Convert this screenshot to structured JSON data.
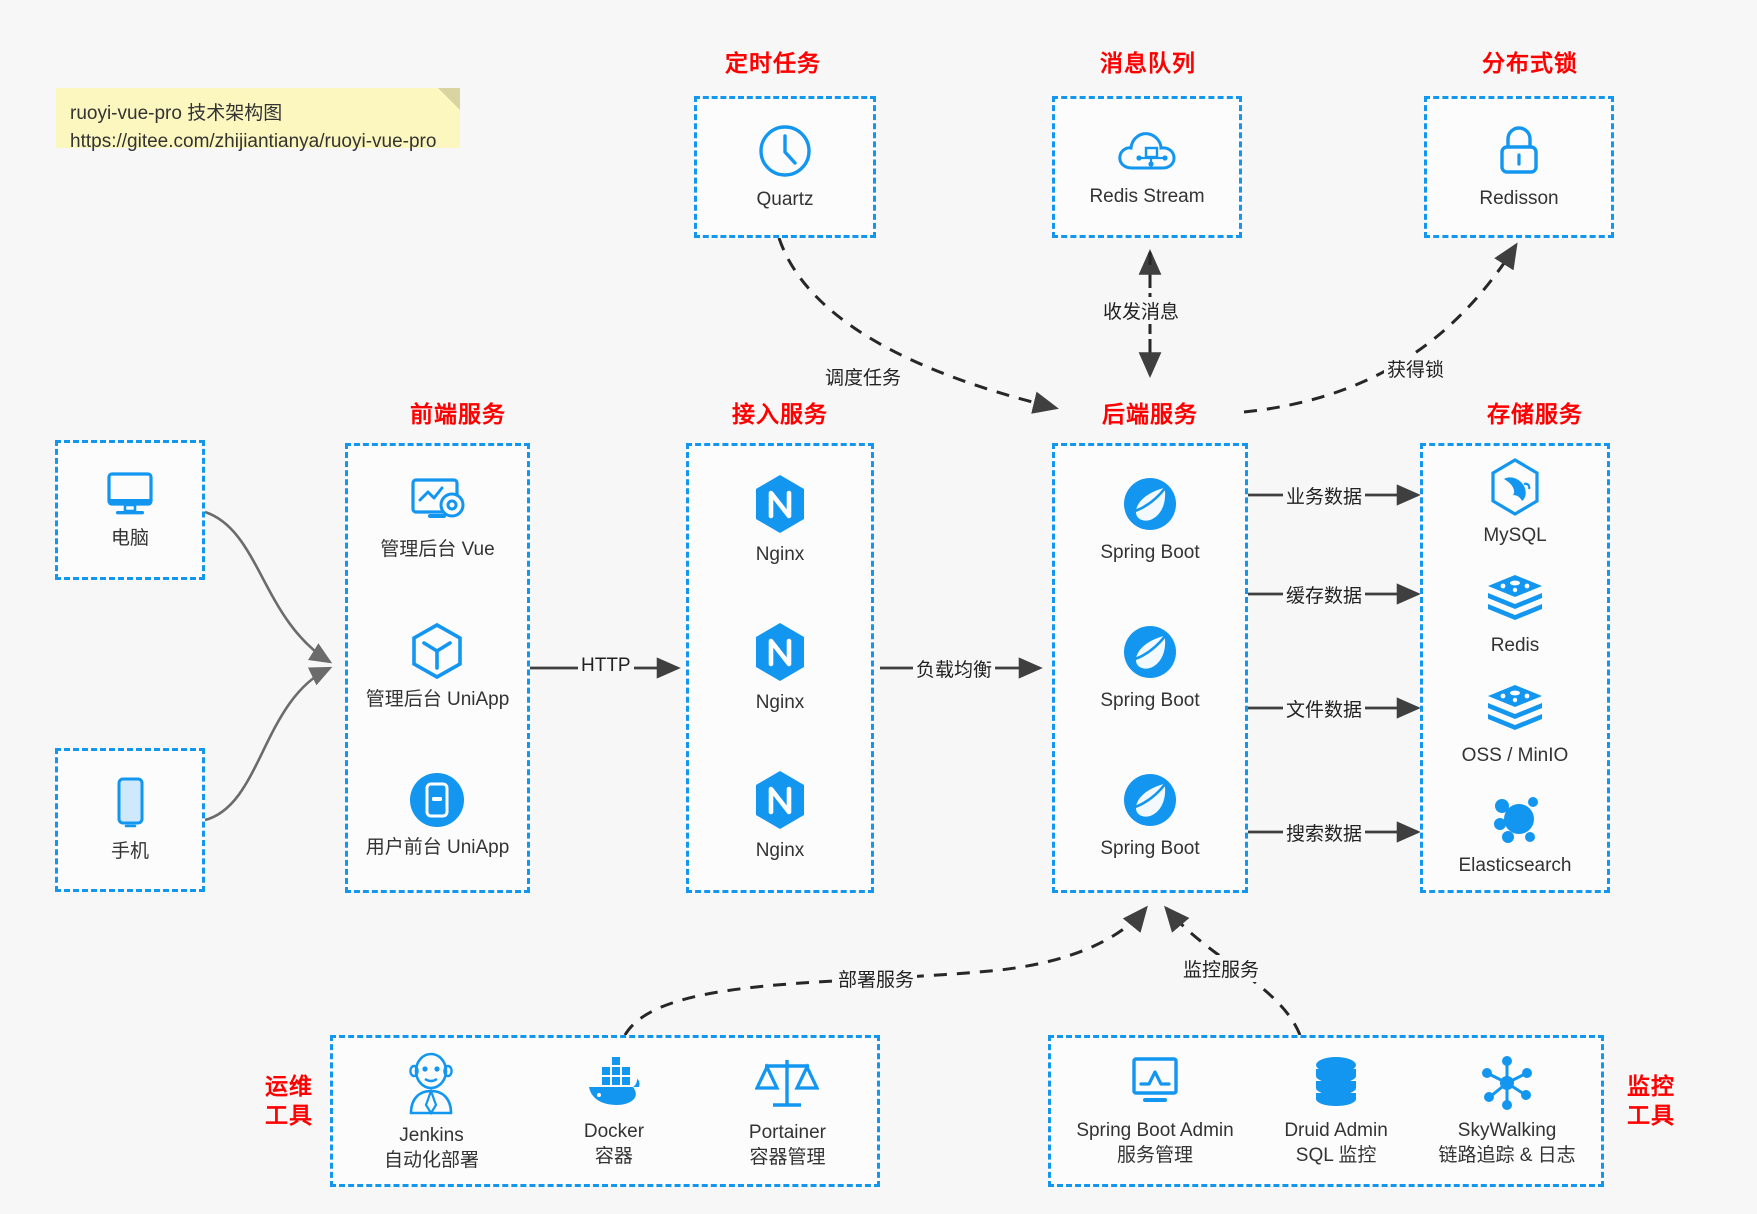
{
  "note": {
    "line1": "ruoyi-vue-pro 技术架构图",
    "line2": "https://gitee.com/zhijiantianya/ruoyi-vue-pro"
  },
  "colors": {
    "accent": "#1296f0",
    "title": "#ff0000",
    "note_bg": "#fbf7bf",
    "canvas": "#f7f7f7",
    "arrow": "#3f3f3f",
    "client_arrow": "#6b6b6b"
  },
  "groups": {
    "scheduled": {
      "title": "定时任务",
      "items": [
        {
          "label": "Quartz",
          "icon": "clock-icon"
        }
      ]
    },
    "mq": {
      "title": "消息队列",
      "items": [
        {
          "label": "Redis Stream",
          "icon": "cloud-stream-icon"
        }
      ]
    },
    "lock": {
      "title": "分布式锁",
      "items": [
        {
          "label": "Redisson",
          "icon": "padlock-icon"
        }
      ]
    },
    "clients": {
      "items": [
        {
          "label": "电脑",
          "icon": "desktop-monitor-icon"
        },
        {
          "label": "手机",
          "icon": "smartphone-icon"
        }
      ]
    },
    "frontend": {
      "title": "前端服务",
      "items": [
        {
          "label": "管理后台 Vue",
          "icon": "dashboard-gear-icon"
        },
        {
          "label": "管理后台 UniApp",
          "icon": "uniapp-cube-icon"
        },
        {
          "label": "用户前台 UniApp",
          "icon": "mobile-app-icon"
        }
      ]
    },
    "gateway": {
      "title": "接入服务",
      "items": [
        {
          "label": "Nginx",
          "icon": "nginx-icon"
        },
        {
          "label": "Nginx",
          "icon": "nginx-icon"
        },
        {
          "label": "Nginx",
          "icon": "nginx-icon"
        }
      ]
    },
    "backend": {
      "title": "后端服务",
      "items": [
        {
          "label": "Spring Boot",
          "icon": "spring-boot-icon"
        },
        {
          "label": "Spring Boot",
          "icon": "spring-boot-icon"
        },
        {
          "label": "Spring Boot",
          "icon": "spring-boot-icon"
        }
      ]
    },
    "storage": {
      "title": "存储服务",
      "items": [
        {
          "label": "MySQL",
          "icon": "mysql-dolphin-icon"
        },
        {
          "label": "Redis",
          "icon": "redis-stack-icon"
        },
        {
          "label": "OSS / MinIO",
          "icon": "oss-stack-icon"
        },
        {
          "label": "Elasticsearch",
          "icon": "elasticsearch-icon"
        }
      ]
    },
    "devops": {
      "title": "运维\n工具",
      "title_line1": "运维",
      "title_line2": "工具",
      "items": [
        {
          "label": "Jenkins",
          "sub": "自动化部署",
          "icon": "jenkins-butler-icon"
        },
        {
          "label": "Docker",
          "sub": "容器",
          "icon": "docker-whale-icon"
        },
        {
          "label": "Portainer",
          "sub": "容器管理",
          "icon": "portainer-scales-icon"
        }
      ]
    },
    "monitor": {
      "title_line1": "监控",
      "title_line2": "工具",
      "items": [
        {
          "label": "Spring Boot Admin",
          "sub": "服务管理",
          "icon": "monitor-chart-icon"
        },
        {
          "label": "Druid Admin",
          "sub": "SQL 监控",
          "icon": "database-icon"
        },
        {
          "label": "SkyWalking",
          "sub": "链路追踪 & 日志",
          "icon": "skywalking-nodes-icon"
        }
      ]
    }
  },
  "edges": [
    {
      "id": "http",
      "label": "HTTP"
    },
    {
      "id": "lb",
      "label": "负载均衡"
    },
    {
      "id": "schedule",
      "label": "调度任务"
    },
    {
      "id": "mq-msg",
      "label": "收发消息"
    },
    {
      "id": "get-lock",
      "label": "获得锁"
    },
    {
      "id": "biz-data",
      "label": "业务数据"
    },
    {
      "id": "cache-data",
      "label": "缓存数据"
    },
    {
      "id": "file-data",
      "label": "文件数据"
    },
    {
      "id": "search-data",
      "label": "搜索数据"
    },
    {
      "id": "deploy",
      "label": "部署服务"
    },
    {
      "id": "monitor-svc",
      "label": "监控服务"
    }
  ]
}
